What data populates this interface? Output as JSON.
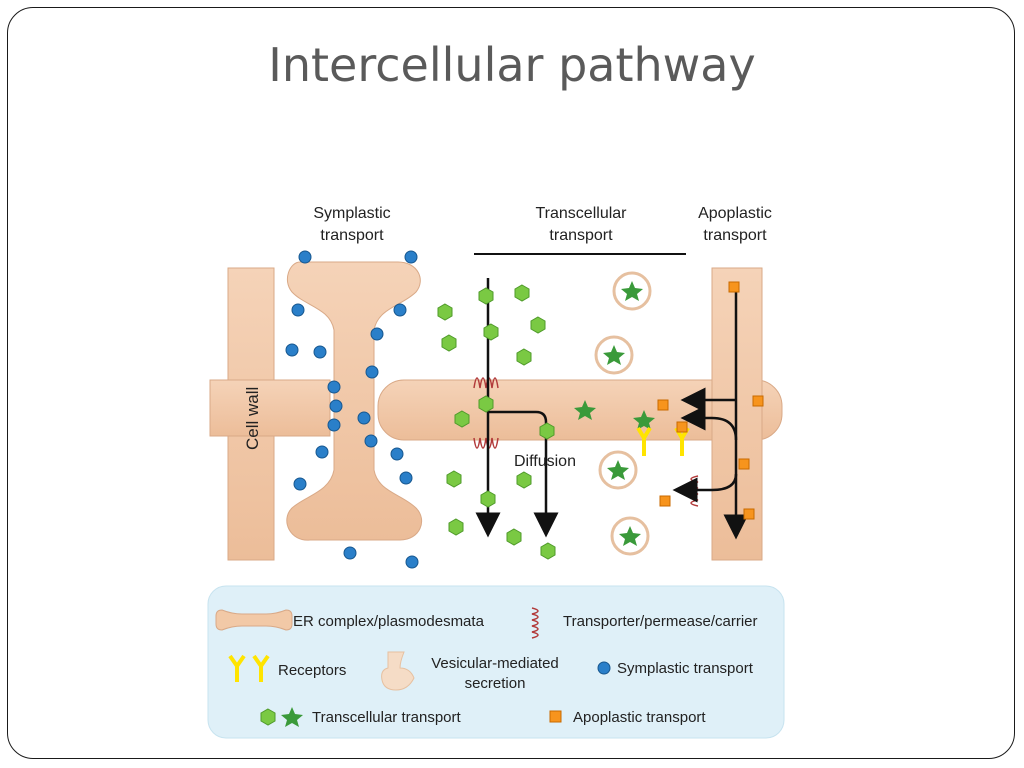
{
  "slide": {
    "title": "Intercellular pathway"
  },
  "diagram": {
    "labels": {
      "symplastic_line1": "Symplastic",
      "symplastic_line2": "transport",
      "transcellular_line1": "Transcellular",
      "transcellular_line2": "transport",
      "apoplastic_line1": "Apoplastic",
      "apoplastic_line2": "transport",
      "cell_wall": "Cell wall",
      "diffusion": "Diffusion"
    },
    "legend": {
      "er_complex": "ER complex/plasmodesmata",
      "transporter": "Transporter/permease/carrier",
      "receptors": "Receptors",
      "vesicular_line1": "Vesicular-mediated",
      "vesicular_line2": "secretion",
      "symplastic": "Symplastic transport",
      "transcellular": "Transcellular transport",
      "apoplastic": "Apoplastic transport"
    },
    "colors": {
      "wall": "#f2c9a7",
      "wall_edge": "#d9a987",
      "symplastic_dot": "#2a7fc9",
      "transcellular_hex": "#7ac943",
      "apoplastic_square": "#f7941d",
      "receptor": "#ffe400",
      "transporter": "#b23a3a",
      "legend_bg": "#dff0f8"
    },
    "icons": [
      "er-complex-icon",
      "transporter-icon",
      "receptor-icon",
      "vesicle-icon",
      "blue-dot-icon",
      "green-hexagon-icon",
      "green-star-icon",
      "orange-square-icon"
    ]
  }
}
